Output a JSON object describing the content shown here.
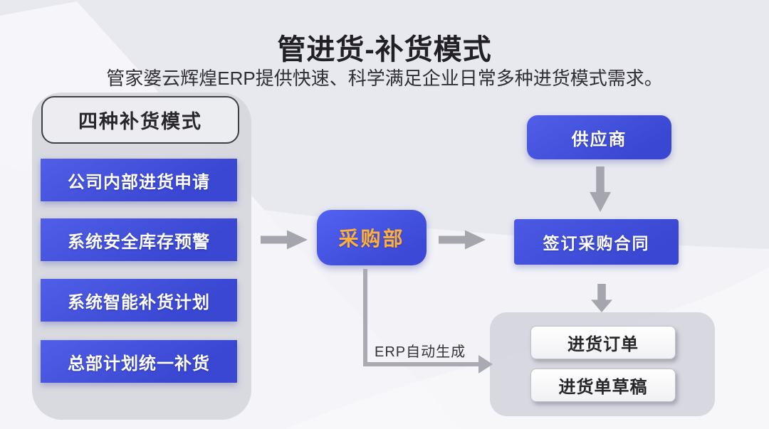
{
  "slide": {
    "title": "管进货-补货模式",
    "subtitle": "管家婆云辉煌ERP提供快速、科学满足企业日常多种进货模式需求。"
  },
  "left_panel": {
    "header": "四种补货模式",
    "modes": [
      "公司内部进货申请",
      "系统安全库存预警",
      "系统智能补货计划",
      "总部计划统一补货"
    ]
  },
  "flow": {
    "purchasing_dept": "采购部",
    "supplier": "供应商",
    "sign_contract": "签订采购合同",
    "auto_generate_label": "ERP自动生成",
    "outputs": [
      "进货订单",
      "进货单草稿"
    ]
  },
  "icons": {
    "arrow_right": "css-clip-path-right-arrow",
    "arrow_down": "css-clip-path-down-arrow",
    "elbow_arrow": "css-line-segments-with-triangle-head"
  },
  "colors": {
    "background": "#E8E8EF",
    "box_blue": "#3A47D2",
    "box_blue_light": "#505EE8",
    "purchasing_text_orange": "#FFB03C",
    "arrow_gray": "#A4A5AD",
    "panel_gray": "#CECFD8",
    "backdrop_gray": "#D6D7DD",
    "output_box_white": "#FBFBFC",
    "text_dark": "#2B2B2B",
    "text_white": "#FFFFFF"
  }
}
